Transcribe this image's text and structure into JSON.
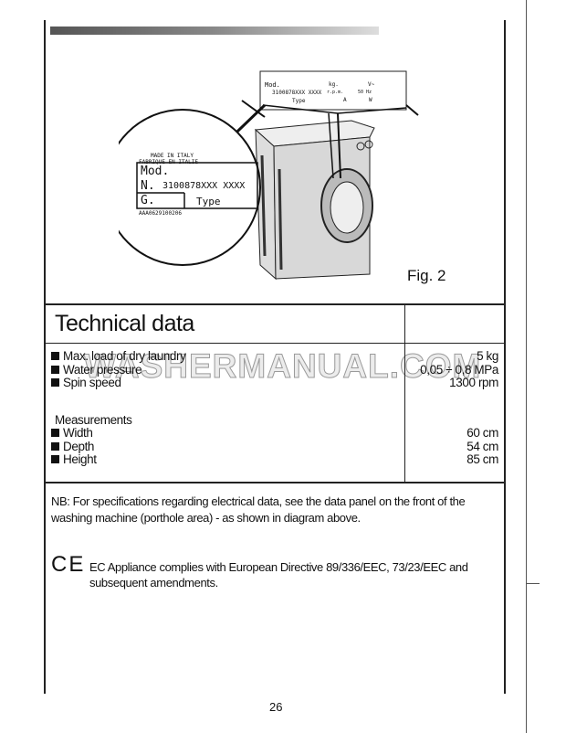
{
  "figure": {
    "caption": "Fig. 2",
    "rating_plate": {
      "made_in": "MADE IN ITALY",
      "fabrique": "FABRIQUE EN ITALIE",
      "mod_label": "Mod.",
      "serial_label": "N.",
      "serial_value": "3100878XXX XXXX",
      "g_label": "G.",
      "type_label": "Type",
      "code": "AAA0629100206",
      "small_labels": {
        "kg": "kg.",
        "v": "V~",
        "hz": "50 Hz",
        "a": "A",
        "w": "W",
        "rpm": "r.p.m."
      }
    }
  },
  "technical_data": {
    "title": "Technical data",
    "items": [
      {
        "label": "Max. load of dry laundry",
        "value": "5 kg"
      },
      {
        "label": "Water pressure",
        "value": "0,05 ÷ 0,8 MPa"
      },
      {
        "label": "Spin speed",
        "value": "1300 rpm"
      }
    ],
    "measurements_title": "Measurements",
    "measurements": [
      {
        "label": "Width",
        "value": "60 cm"
      },
      {
        "label": "Depth",
        "value": "54 cm"
      },
      {
        "label": "Height",
        "value": "85 cm"
      }
    ]
  },
  "note": "NB: For specifications regarding electrical data, see the data panel on the front of the washing machine (porthole area) - as shown in diagram above.",
  "ce": {
    "mark": "CE",
    "text_line1": "EC Appliance complies with European Directive 89/336/EEC, 73/23/EEC and",
    "text_line2": "subsequent amendments."
  },
  "watermark": "WASHERMANUAL.COM",
  "page_number": "26"
}
